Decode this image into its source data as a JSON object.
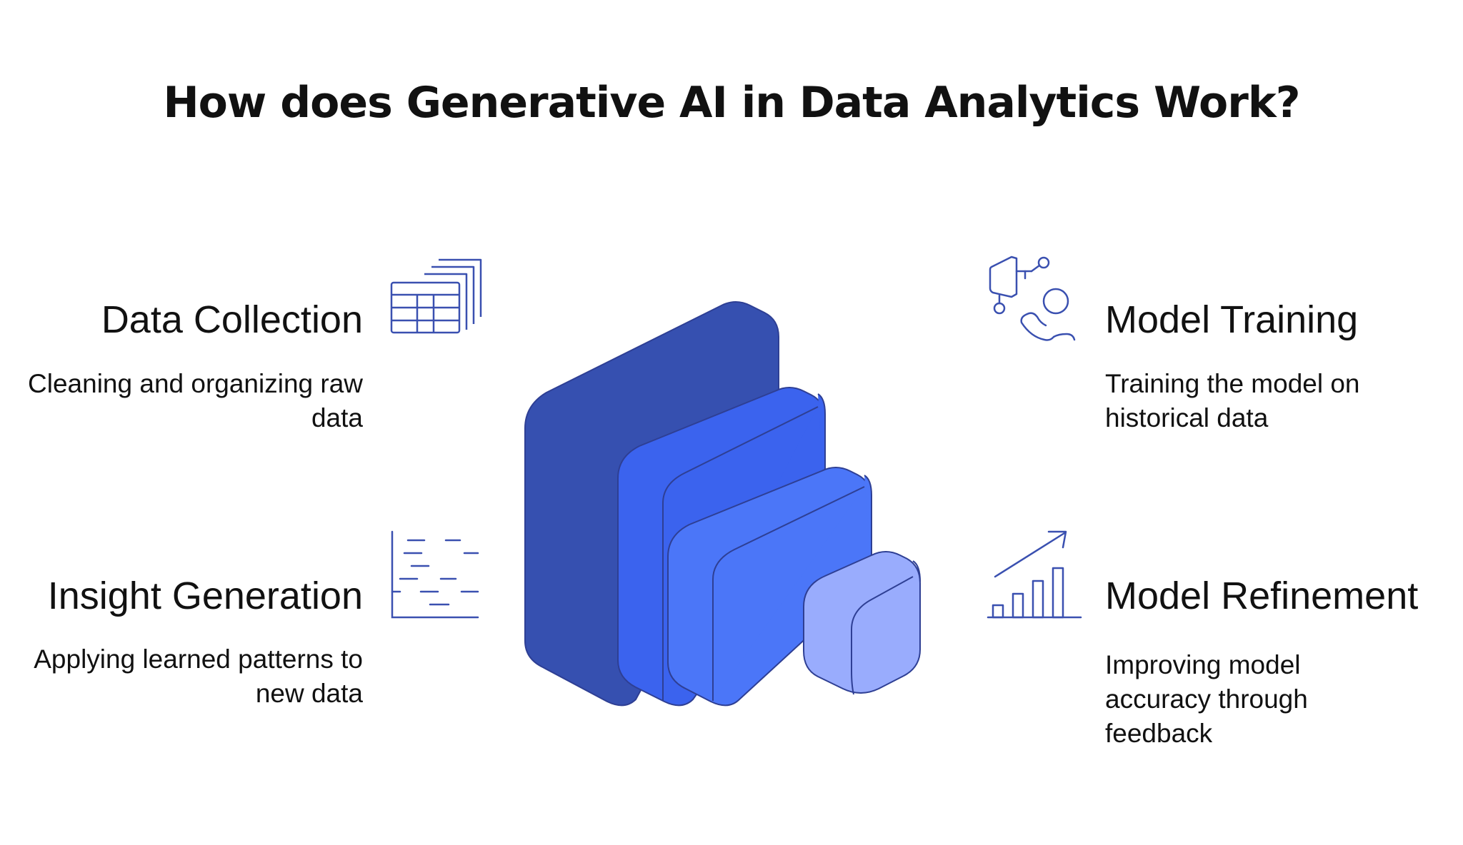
{
  "title": "How does Generative AI in Data Analytics Work?",
  "steps": {
    "data_collection": {
      "heading": "Data Collection",
      "description": "Cleaning and organizing raw data",
      "icon": "table-icon"
    },
    "insight_generation": {
      "heading": "Insight Generation",
      "description": "Applying learned patterns to new data",
      "icon": "text-lines-icon"
    },
    "model_training": {
      "heading": "Model Training",
      "description": "Training the model on historical data",
      "icon": "person-presentation-icon"
    },
    "model_refinement": {
      "heading": "Model Refinement",
      "description": "Improving model accuracy through feedback",
      "icon": "bar-chart-growth-icon"
    }
  },
  "colors": {
    "icon_stroke": "#3A50B0",
    "layer_1": "#3650B0",
    "layer_2": "#3B63EE",
    "layer_3": "#4B76F8",
    "layer_4": "#99ACFD",
    "layer_outline": "#2E3F94"
  }
}
